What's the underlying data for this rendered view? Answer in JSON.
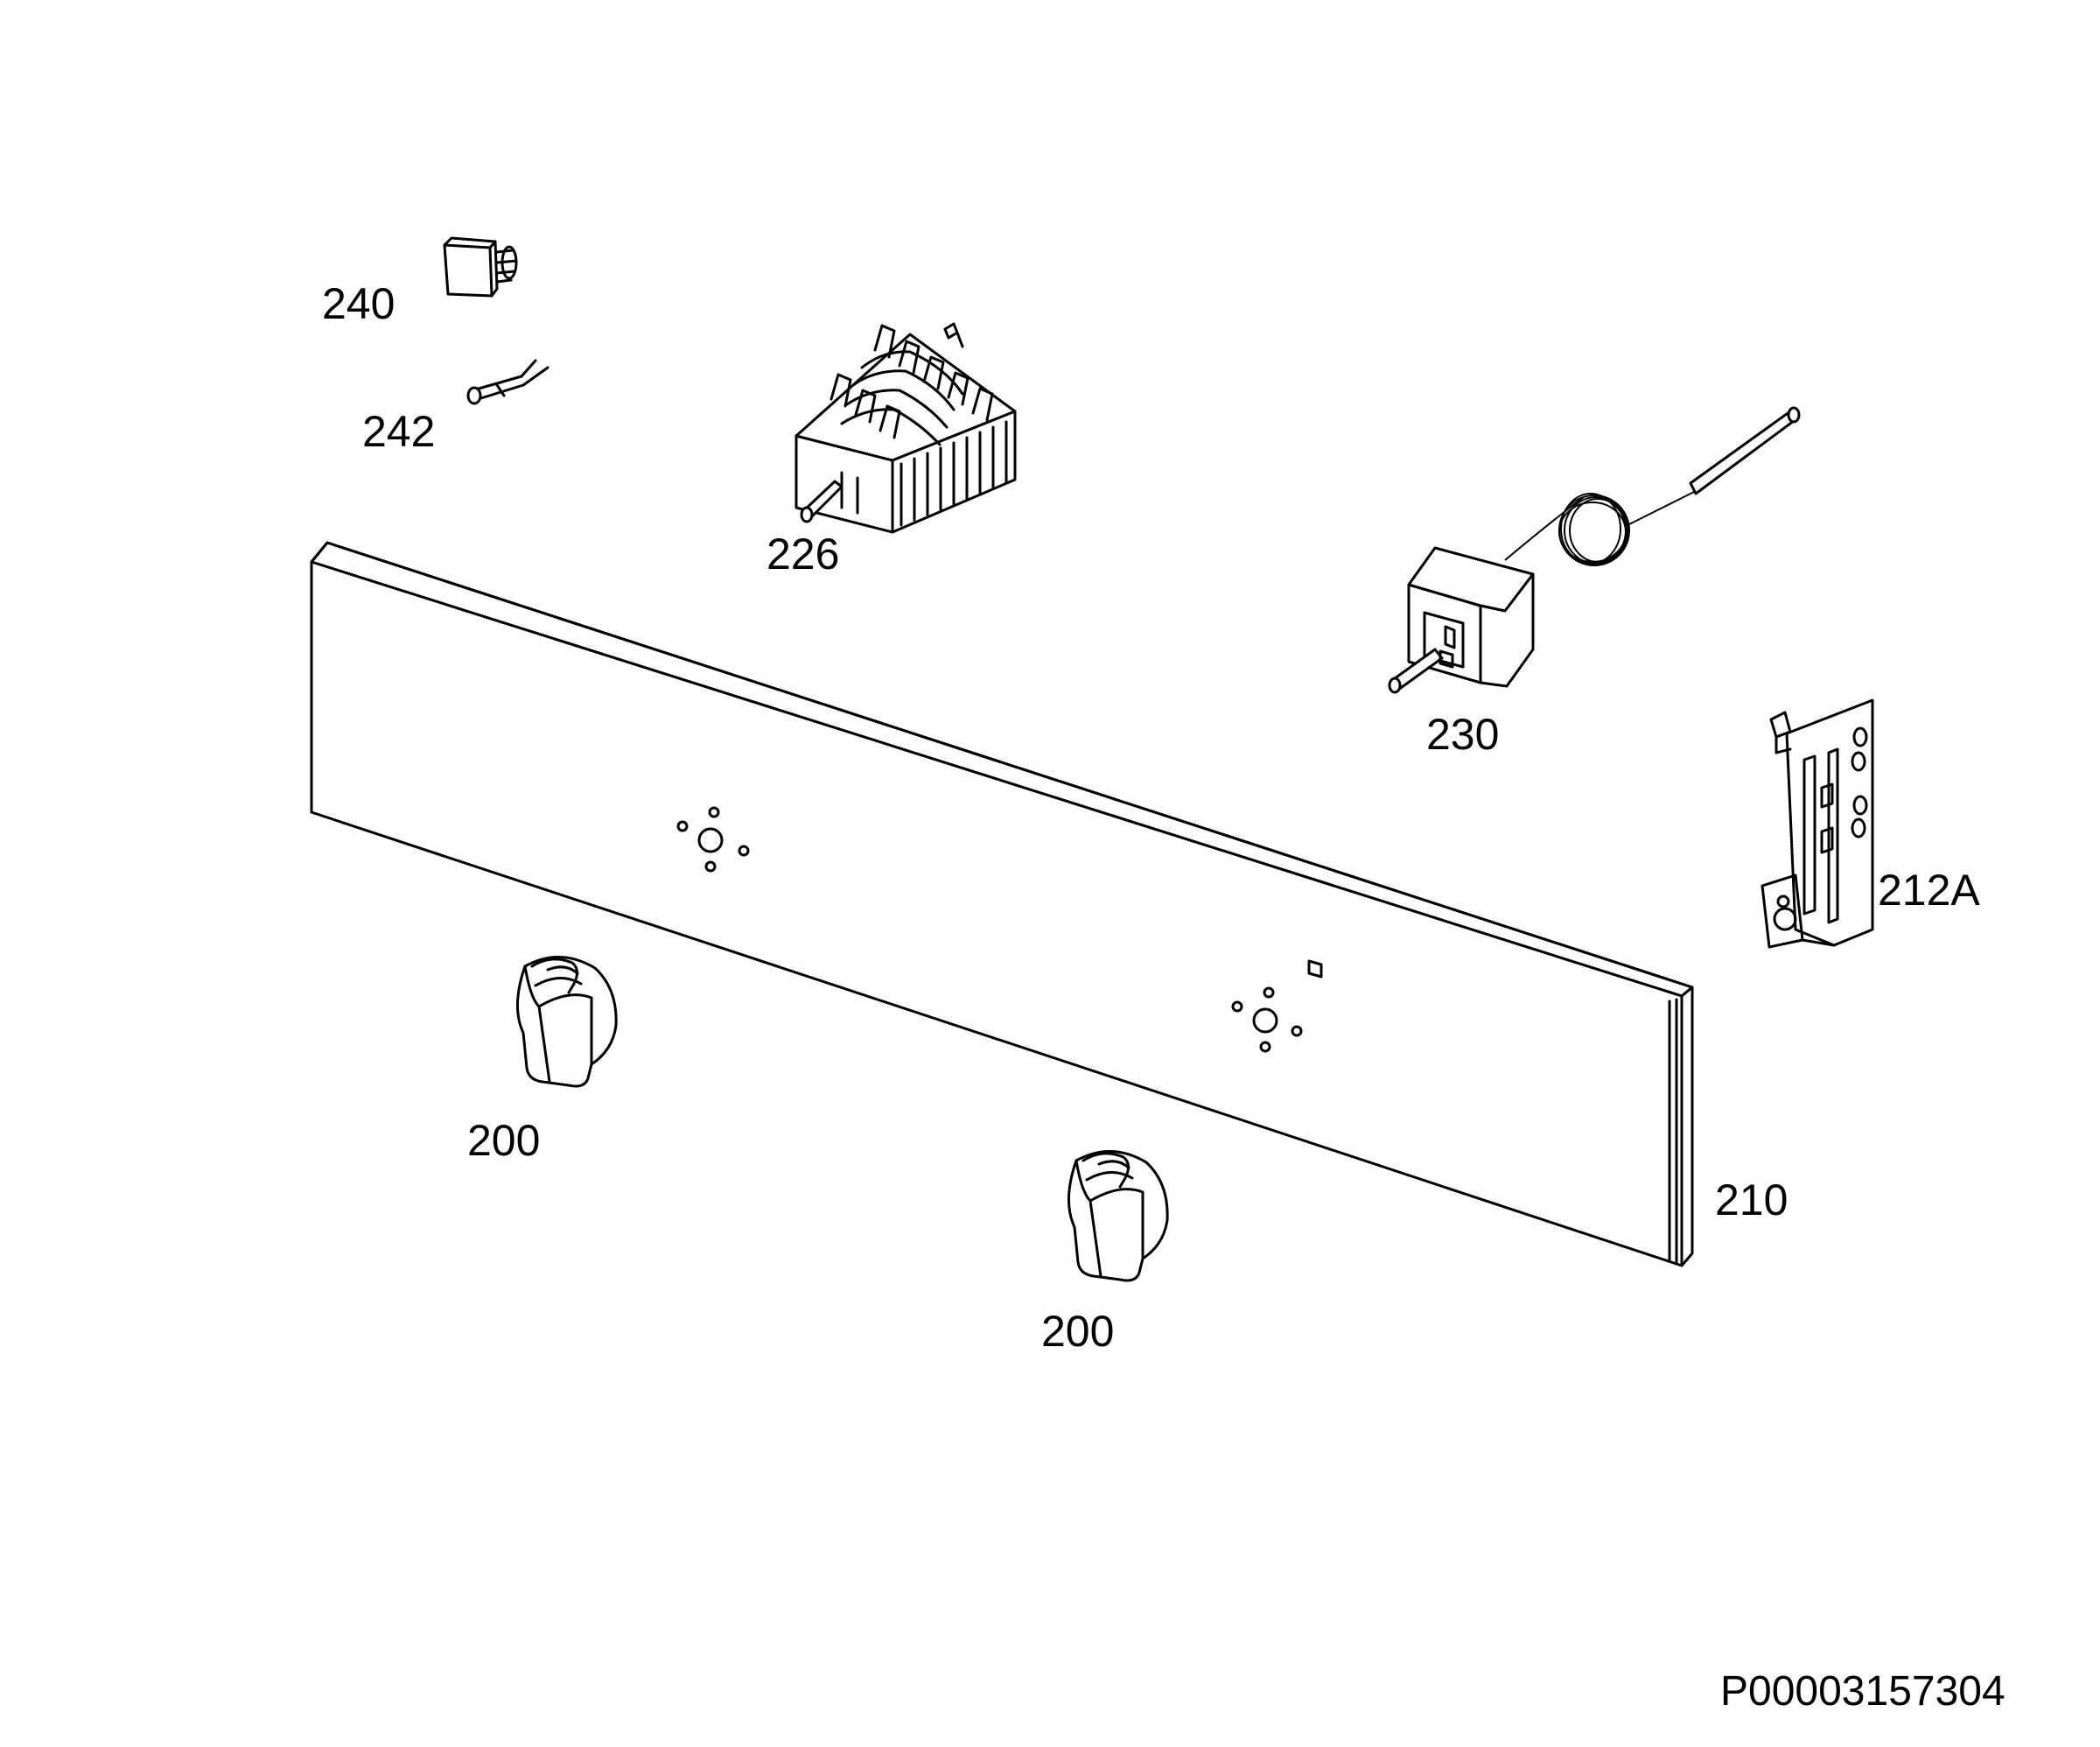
{
  "labels": {
    "p240": "240",
    "p242": "242",
    "p226": "226",
    "p230": "230",
    "p212a": "212A",
    "p200a": "200",
    "p200b": "200",
    "p210": "210"
  },
  "document_number": "P00003157304"
}
